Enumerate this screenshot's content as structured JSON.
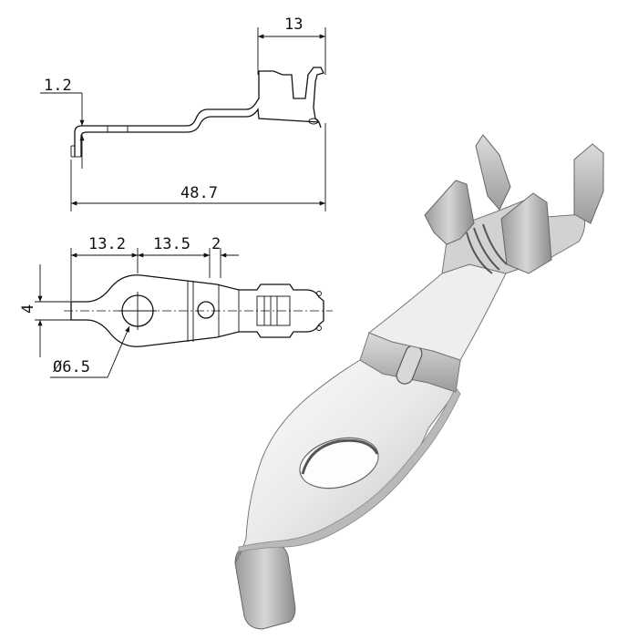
{
  "dimensions": {
    "side_crimp_length": "13",
    "side_thickness": "1.2",
    "side_overall_length": "48.7",
    "top_tongue_to_hole": "13.2",
    "top_hole_to_slot": "13.5",
    "top_slot_width": "2",
    "top_neck_width": "4",
    "top_hole_diameter": "Ø6.5"
  }
}
